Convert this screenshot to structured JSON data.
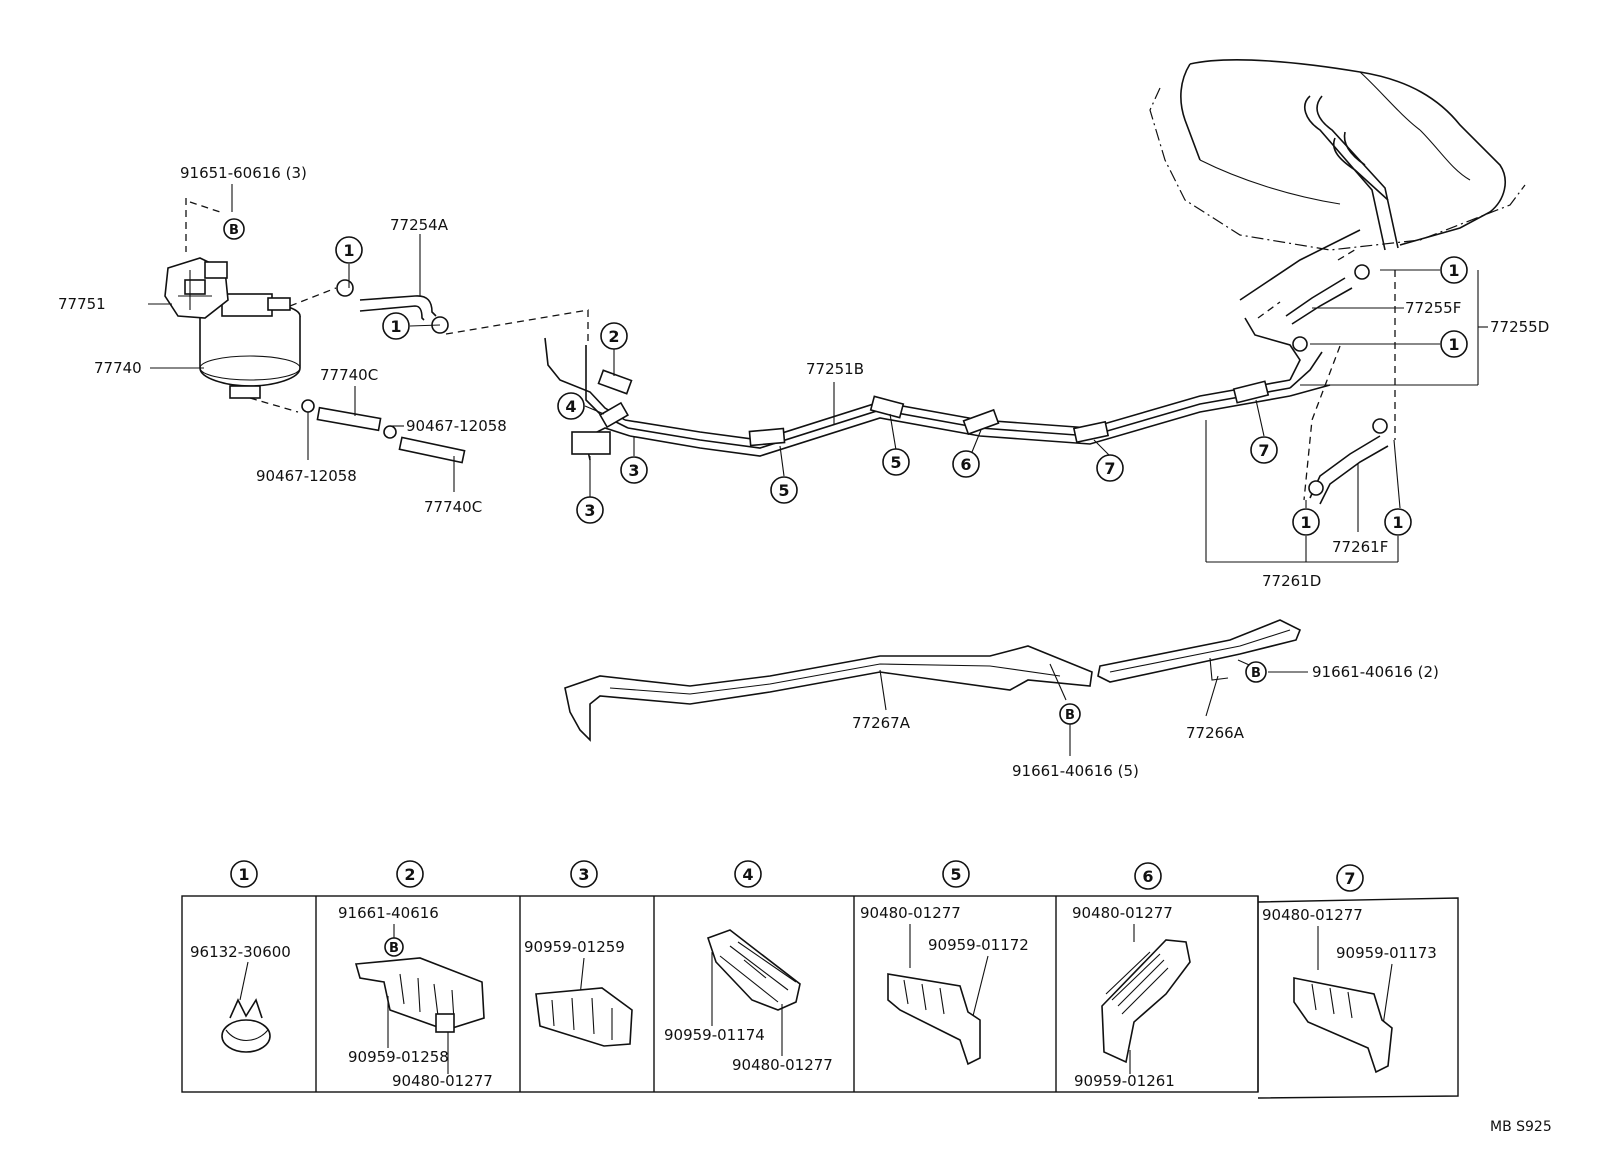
{
  "callouts": {
    "c_91651": "91651-60616 (3)",
    "c_77751": "77751",
    "c_77740": "77740",
    "c_77254A": "77254A",
    "c_77740C_a": "77740C",
    "c_77740C_b": "77740C",
    "c_90467_a": "90467-12058",
    "c_90467_b": "90467-12058",
    "c_77251B": "77251B",
    "c_77255F": "77255F",
    "c_77255D": "77255D",
    "c_77261F": "77261F",
    "c_77261D": "77261D",
    "c_77267A": "77267A",
    "c_77266A": "77266A",
    "c_91661_5": "91661-40616 (5)",
    "c_91661_2": "91661-40616 (2)"
  },
  "markers": {
    "b": "B",
    "n1": "1",
    "n2": "2",
    "n3": "3",
    "n4": "4",
    "n5": "5",
    "n6": "6",
    "n7": "7"
  },
  "legend": [
    {
      "num": "1",
      "parts": [
        "96132-30600"
      ]
    },
    {
      "num": "2",
      "parts": [
        "91661-40616",
        "90959-01258",
        "90480-01277"
      ]
    },
    {
      "num": "3",
      "parts": [
        "90959-01259"
      ]
    },
    {
      "num": "4",
      "parts": [
        "90959-01174",
        "90480-01277"
      ]
    },
    {
      "num": "5",
      "parts": [
        "90480-01277",
        "90959-01172"
      ]
    },
    {
      "num": "6",
      "parts": [
        "90480-01277",
        "90959-01261"
      ]
    },
    {
      "num": "7",
      "parts": [
        "90480-01277",
        "90959-01173"
      ]
    }
  ],
  "footer_code": "MB  S925"
}
